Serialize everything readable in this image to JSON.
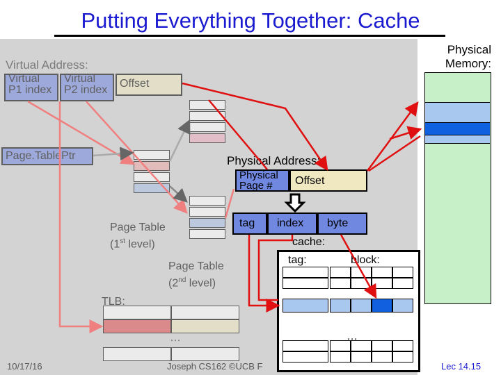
{
  "title": "Putting Everything Together: Cache",
  "virtual_address": {
    "label": "Virtual Address:",
    "p1_line1": "Virtual",
    "p1_line2": "P1 index",
    "p2_line1": "Virtual",
    "p2_line2": "P2 index",
    "offset": "Offset"
  },
  "page_table_ptr": "Page.TablePtr",
  "physical_address": {
    "label": "Physical Address:",
    "page_line1": "Physical",
    "page_line2": "Page #",
    "offset": "Offset"
  },
  "cache_address": {
    "tag": "tag",
    "index": "index",
    "byte": "byte"
  },
  "page_table_1": {
    "line1": "Page Table",
    "line2_main": "(1",
    "line2_sup": "st",
    "line2_end": " level)"
  },
  "page_table_2": {
    "line1": "Page Table",
    "line2_main": "(2",
    "line2_sup": "nd",
    "line2_end": " level)"
  },
  "cache": {
    "label": "cache:",
    "tag_label": "tag:",
    "block_label": "block:",
    "ellipsis": "…"
  },
  "tlb": {
    "label": "TLB:",
    "ellipsis": "…"
  },
  "physical_memory": {
    "line1": "Physical",
    "line2": "Memory:"
  },
  "footer": {
    "date": "10/17/16",
    "center": "Joseph CS162 ©UCB F",
    "lec": "Lec 14.15"
  },
  "colors": {
    "title": "#1a1ad0",
    "address_field": "#7088e0",
    "offset_field": "#f0e8c0",
    "highlight_red": "#e01010",
    "memory_green": "#c8f0c8",
    "memory_light_blue": "#a8c8f0",
    "memory_dark_blue": "#1060e0"
  }
}
